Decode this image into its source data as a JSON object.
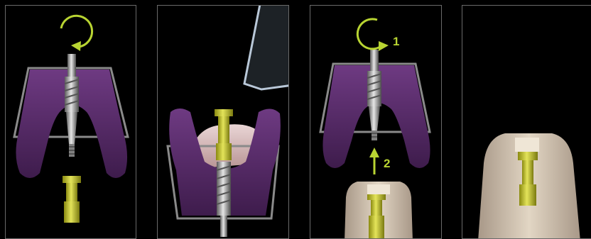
{
  "colors": {
    "background": "#000000",
    "panel_border": "#6a6a6a",
    "tray_purple": "#5a2d6b",
    "tray_rim": "#8a8a8a",
    "implant_yellow": "#c8c832",
    "arrow_green": "#b8d432",
    "tooth_beige": "#d2c3ae",
    "metal": "#9a9a9a"
  },
  "panels": [
    {
      "id": "panel-1",
      "icons": [
        "rotate-clockwise-arrow-icon",
        "driver-tool-icon",
        "tray-icon",
        "abutment-icon"
      ]
    },
    {
      "id": "panel-2",
      "icons": [
        "tray-icon",
        "impression-icon",
        "driver-tool-icon",
        "abutment-icon",
        "instrument-tip-icon"
      ]
    },
    {
      "id": "panel-3",
      "icons": [
        "rotate-counterclockwise-arrow-icon",
        "driver-tool-icon",
        "tray-icon",
        "up-arrow-icon",
        "tooth-model-icon"
      ],
      "step_labels": [
        "1",
        "2"
      ]
    },
    {
      "id": "panel-4",
      "icons": [
        "tooth-model-icon",
        "abutment-icon"
      ]
    }
  ]
}
